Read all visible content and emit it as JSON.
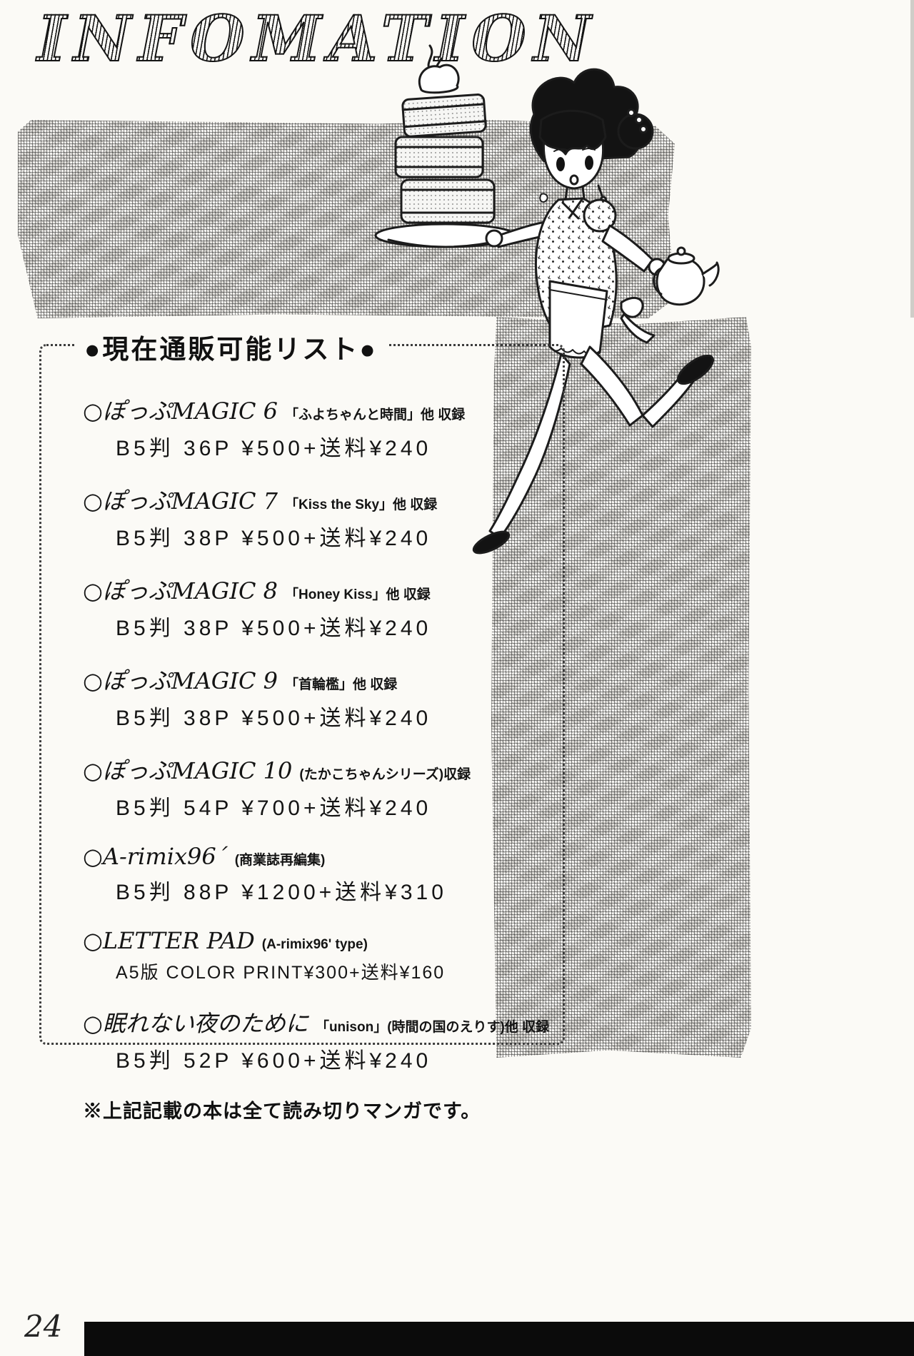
{
  "page": {
    "title": "INFOMATION",
    "page_number": "24"
  },
  "catalog": {
    "header": "●現在通販可能リスト●",
    "items": [
      {
        "title": "○ぽっぷMAGIC 6",
        "subtitle": "「ふよちゃんと時間」他 収録",
        "detail": "B5判 36P ¥500+送料¥240"
      },
      {
        "title": "○ぽっぷMAGIC 7",
        "subtitle": "「Kiss the Sky」他 収録",
        "detail": "B5判 38P ¥500+送料¥240"
      },
      {
        "title": "○ぽっぷMAGIC 8",
        "subtitle": "「Honey Kiss」他 収録",
        "detail": "B5判 38P ¥500+送料¥240"
      },
      {
        "title": "○ぽっぷMAGIC 9",
        "subtitle": "「首輪檻」他 収録",
        "detail": "B5判 38P ¥500+送料¥240"
      },
      {
        "title": "○ぽっぷMAGIC 10",
        "subtitle": "(たかこちゃんシリーズ)収録",
        "detail": "B5判 54P ¥700+送料¥240"
      },
      {
        "title": "○A-rimix96´",
        "subtitle": "(商業誌再編集)",
        "detail": "B5判 88P ¥1200+送料¥310"
      },
      {
        "title": "○LETTER PAD",
        "subtitle": "(A-rimix96' type)",
        "detail": "A5版 COLOR PRINT¥300+送料¥160"
      },
      {
        "title": "○眠れない夜のために",
        "subtitle": "「unison」(時間の国のえりす)他 収録",
        "detail": "B5判 52P ¥600+送料¥240"
      }
    ],
    "footnote": "※上記記載の本は全て読み切りマンガです。"
  },
  "illustration": {
    "name": "girl-carrying-steamer-baskets",
    "description": "anime girl in cheongsam and apron running with stacked steamer baskets on a plate and a teapot"
  },
  "colors": {
    "ink": "#151515",
    "paper": "#fbfaf6"
  }
}
